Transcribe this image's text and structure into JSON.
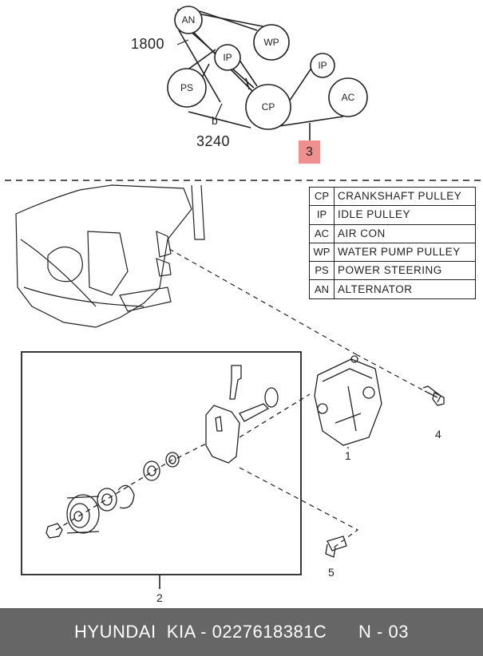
{
  "belt_diagram": {
    "pulleys": [
      {
        "id": "AN",
        "label": "AN"
      },
      {
        "id": "WP",
        "label": "WP"
      },
      {
        "id": "IP1",
        "label": "IP"
      },
      {
        "id": "PS",
        "label": "PS"
      },
      {
        "id": "CP",
        "label": "CP"
      },
      {
        "id": "IP2",
        "label": "IP"
      },
      {
        "id": "AC",
        "label": "AC"
      }
    ],
    "length_1": "1800",
    "length_2": "3240",
    "marker_1": "b",
    "highlighted_part": "3"
  },
  "legend": [
    {
      "code": "CP",
      "name": "CRANKSHAFT PULLEY"
    },
    {
      "code": "IP",
      "name": "IDLE PULLEY"
    },
    {
      "code": "AC",
      "name": "AIR CON"
    },
    {
      "code": "WP",
      "name": "WATER PUMP PULLEY"
    },
    {
      "code": "PS",
      "name": "POWER STEERING"
    },
    {
      "code": "AN",
      "name": "ALTERNATOR"
    }
  ],
  "part_numbers": {
    "p1": "1",
    "p2": "2",
    "p4": "4",
    "p5": "5"
  },
  "footer": {
    "brand": "HYUNDAI  KIA - 0227618381C",
    "page": "N - 03"
  }
}
